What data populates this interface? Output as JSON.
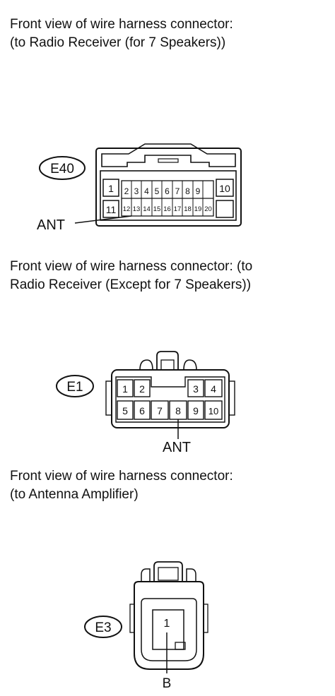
{
  "sections": [
    {
      "caption_line1": "Front view of wire harness connector:",
      "caption_line2": "(to Radio Receiver (for 7 Speakers))",
      "connector_code": "E40",
      "pins_row1": [
        "1",
        "2",
        "3",
        "4",
        "5",
        "6",
        "7",
        "8",
        "9",
        "10"
      ],
      "pins_row2": [
        "11",
        "12",
        "13",
        "14",
        "15",
        "16",
        "17",
        "18",
        "19",
        "20"
      ],
      "callout": "ANT"
    },
    {
      "caption_line1": "Front view of wire harness connector: (to",
      "caption_line2": "Radio Receiver (Except for 7 Speakers))",
      "connector_code": "E1",
      "pins_row1": [
        "1",
        "2",
        "3",
        "4"
      ],
      "pins_row2": [
        "5",
        "6",
        "7",
        "8",
        "9",
        "10"
      ],
      "callout": "ANT"
    },
    {
      "caption_line1": "Front view of wire harness connector:",
      "caption_line2": "(to Antenna Amplifier)",
      "connector_code": "E3",
      "pins": [
        "1"
      ],
      "callout": "B"
    }
  ]
}
